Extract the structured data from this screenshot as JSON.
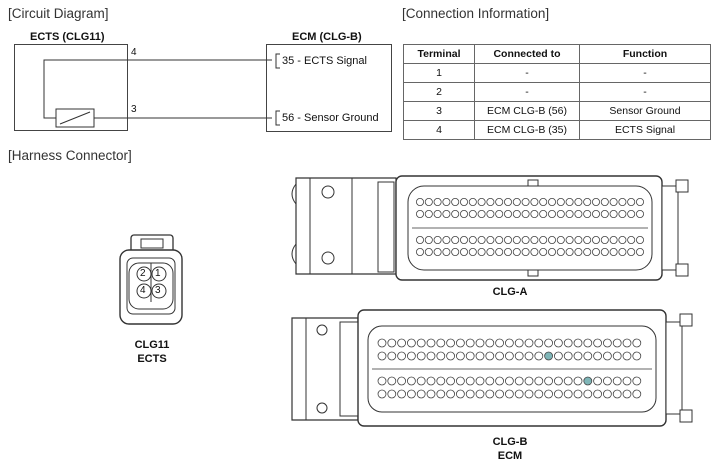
{
  "sections": {
    "circuit": "[Circuit Diagram]",
    "connection": "[Connection Information]",
    "harness": "[Harness Connector]"
  },
  "circuit": {
    "ects_label": "ECTS (CLG11)",
    "ecm_label": "ECM (CLG-B)",
    "pin_top": "4",
    "pin_bottom": "3",
    "signal_top": "35 - ECTS Signal",
    "signal_bottom": "56 - Sensor Ground"
  },
  "table": {
    "headers": [
      "Terminal",
      "Connected to",
      "Function"
    ],
    "rows": [
      [
        "1",
        "-",
        "-"
      ],
      [
        "2",
        "-",
        "-"
      ],
      [
        "3",
        "ECM CLG-B (56)",
        "Sensor Ground"
      ],
      [
        "4",
        "ECM CLG-B (35)",
        "ECTS Signal"
      ]
    ]
  },
  "harness": {
    "small_pins": [
      "2",
      "1",
      "4",
      "3"
    ],
    "small_caption_1": "CLG11",
    "small_caption_2": "ECTS",
    "clga_caption": "CLG-A",
    "clgb_caption_1": "CLG-B",
    "clgb_caption_2": "ECM",
    "highlight_color": "#7fb6b8"
  }
}
